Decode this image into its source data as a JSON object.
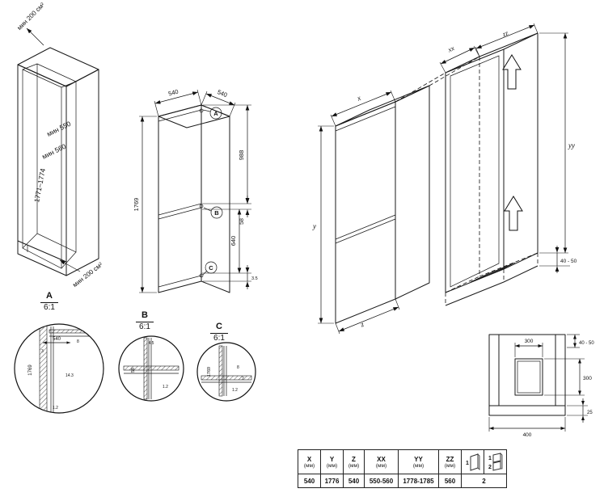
{
  "cabinet": {
    "vent_top": "мин 200 см²",
    "vent_bottom": "мин 200 см²",
    "depth_min": "мин 550",
    "width_min": "мин 560",
    "height_range": "1771–1774"
  },
  "appliance": {
    "width_top": "540",
    "depth_top": "540",
    "height": "1769",
    "dim_upper": "988",
    "dim_gap": "58",
    "dim_lower": "640",
    "dim_bottom": "3.5",
    "callout_a": "A",
    "callout_b": "B",
    "callout_c": "C"
  },
  "details": {
    "a": {
      "label": "A",
      "scale": "6:1",
      "dim_width": "540",
      "dim_height": "1769",
      "dim_1": "8",
      "dim_2": "3",
      "dim_3": "14.3",
      "dim_4": "1.2"
    },
    "b": {
      "label": "B",
      "scale": "6:1",
      "dim_1": "4.5",
      "dim_2": "58",
      "dim_3": "1.2"
    },
    "c": {
      "label": "C",
      "scale": "6:1",
      "dim_height": "1769",
      "dim_1": "8",
      "dim_2": "1.2",
      "dim_3": "2"
    }
  },
  "install": {
    "x": "x",
    "y": "y",
    "z": "z",
    "xx": "xx",
    "yy": "yy",
    "zz": "zz",
    "gap": "40 - 50"
  },
  "niche": {
    "vent_width": "300",
    "gap": "40 - 50",
    "vent_height": "300",
    "plinth": "25",
    "base_width": "400"
  },
  "table": {
    "headers": [
      {
        "name": "X",
        "unit": "(мм)"
      },
      {
        "name": "Y",
        "unit": "(мм)"
      },
      {
        "name": "Z",
        "unit": "(мм)"
      },
      {
        "name": "XX",
        "unit": "(мм)"
      },
      {
        "name": "YY",
        "unit": "(мм)"
      },
      {
        "name": "ZZ",
        "unit": "(мм)"
      }
    ],
    "values": [
      "540",
      "1776",
      "540",
      "550-560",
      "1778-1785",
      "560"
    ],
    "door_icon_1_label": "1",
    "door_icon_2_labels": [
      "1",
      "2"
    ],
    "doors_value": "2"
  }
}
